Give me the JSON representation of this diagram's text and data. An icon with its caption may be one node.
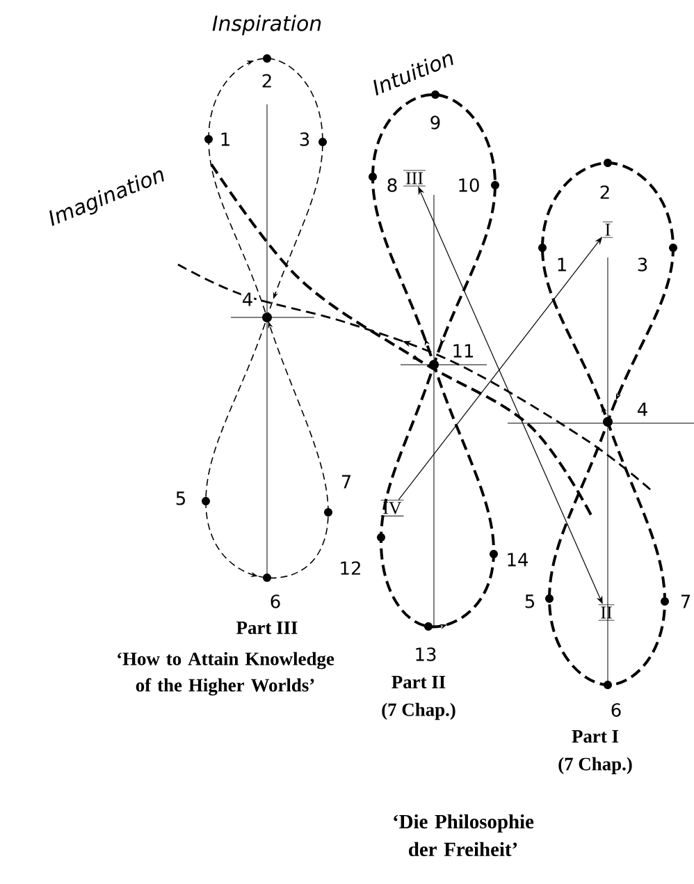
{
  "diagram": {
    "nodes": [
      {
        "text": [
          "III"
        ]
      },
      {
        "text": [
          "I"
        ]
      },
      {
        "text": [
          "IV"
        ]
      },
      {
        "text": [
          "II"
        ]
      }
    ],
    "edges": [
      {
        "from": 2,
        "to": 1,
        "arrow": "to"
      },
      {
        "from": 0,
        "to": 3,
        "arrow": "both"
      }
    ],
    "labels": [
      "Inspiration",
      "Intuition",
      "2",
      "9",
      "Imagination",
      "1",
      "3",
      "8",
      "10",
      "2",
      "1",
      "3",
      "4",
      "11",
      "4",
      "5",
      "7",
      "12",
      "14",
      "6",
      "5",
      "7",
      "13",
      "6",
      "Part III",
      "‘How to Attain Knowledge of the Higher Worlds’",
      "Part II",
      "(7 Chap.)",
      "Part I",
      "(7 Chap.)",
      "‘Die Philosophie der Freiheit’"
    ]
  }
}
